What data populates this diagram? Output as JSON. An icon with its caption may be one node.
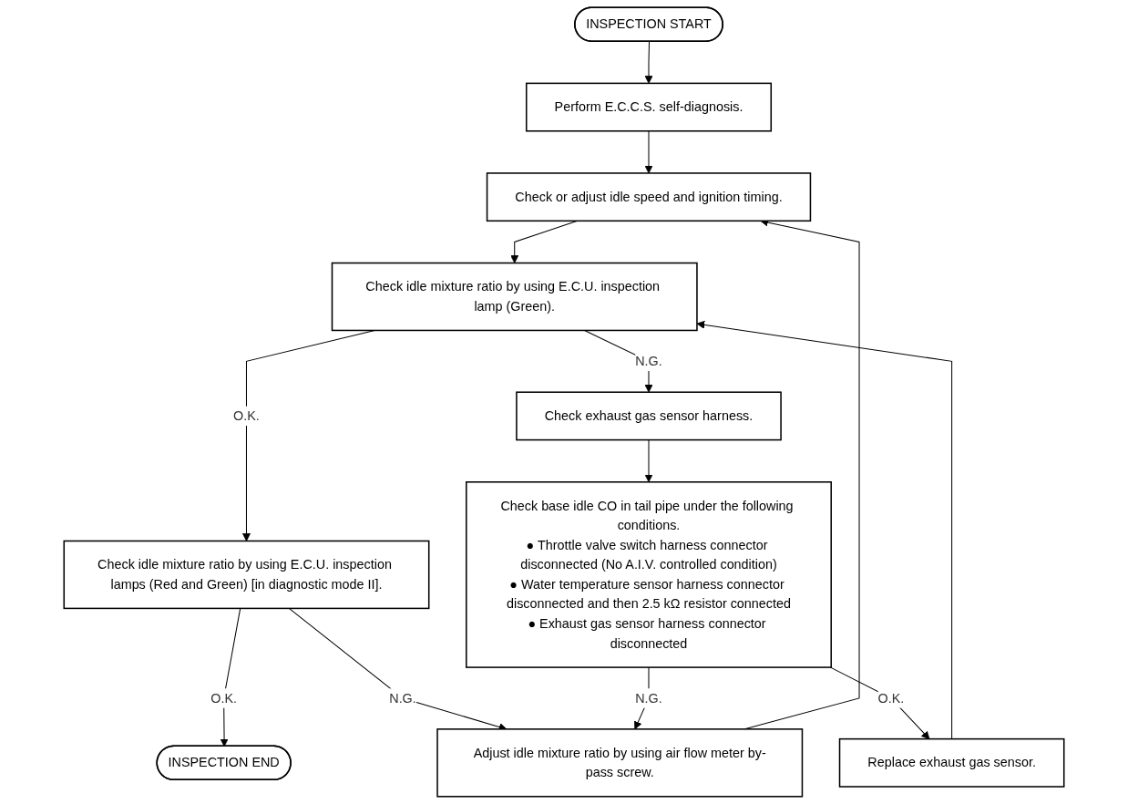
{
  "diagram": {
    "nodes": [
      {
        "text": [
          "INSPECTION START"
        ]
      },
      {
        "text": [
          "Perform E.C.C.S. self-diagnosis."
        ]
      },
      {
        "text": [
          "Check or adjust idle speed and ignition timing."
        ]
      },
      {
        "text": [
          "Check idle mixture ratio by using E.C.U. inspection lamp (Green)."
        ]
      },
      {
        "text": [
          "Check idle mixture ratio by using E.C.U. inspection lamps (Red and Green) [in diagnostic mode II]."
        ]
      },
      {
        "text": [
          "INSPECTION END"
        ]
      },
      {
        "text": [
          "Check exhaust gas sensor harness."
        ]
      },
      {
        "text": [
          "Check base idle CO in tail pipe under the following conditions.",
          "● Throttle valve switch harness connector disconnected (No A.I.V. controlled condition)",
          "● Water temperature sensor harness connector disconnected and then 2.5 kΩ resistor connected",
          "● Exhaust gas sensor harness connector disconnected"
        ]
      },
      {
        "text": [
          "Replace exhaust gas sensor."
        ]
      },
      {
        "text": [
          "Adjust idle mixture ratio by using air flow meter by-pass screw."
        ]
      }
    ],
    "edges": [
      {
        "from": 0,
        "to": 1,
        "arrow": "to"
      },
      {
        "from": 1,
        "to": 2,
        "arrow": "to"
      },
      {
        "from": 2,
        "to": 3,
        "arrow": "to"
      },
      {
        "from": 3,
        "to": 4,
        "arrow": "to",
        "label": "O.K."
      },
      {
        "from": 3,
        "to": 6,
        "arrow": "to",
        "label": "N.G."
      },
      {
        "from": 4,
        "to": 5,
        "arrow": "to",
        "label": "O.K."
      },
      {
        "from": 4,
        "to": 9,
        "arrow": "to",
        "label": "N.G."
      },
      {
        "from": 6,
        "to": 7,
        "arrow": "to"
      },
      {
        "from": 7,
        "to": 9,
        "arrow": "to",
        "label": "N.G."
      },
      {
        "from": 7,
        "to": 8,
        "arrow": "to",
        "label": "O.K."
      },
      {
        "from": 8,
        "to": 3,
        "arrow": "to"
      },
      {
        "from": 9,
        "to": 2,
        "arrow": "to"
      }
    ]
  }
}
